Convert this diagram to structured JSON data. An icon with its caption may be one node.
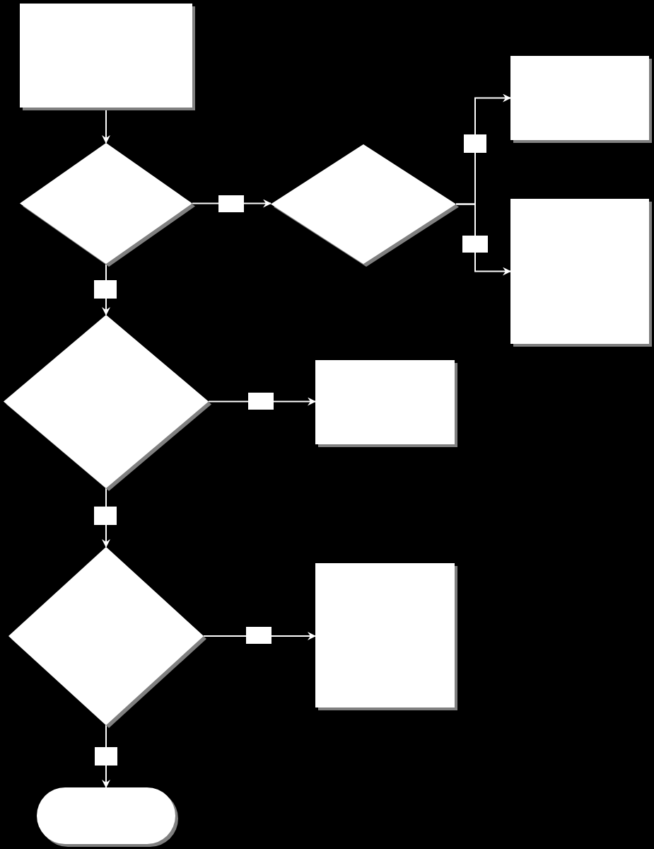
{
  "diagram": {
    "nodes": [
      {
        "text": [],
        "shape": "box"
      },
      {
        "text": [],
        "shape": "diamond"
      },
      {
        "text": [],
        "shape": "diamond"
      },
      {
        "text": [],
        "shape": "box"
      },
      {
        "text": [],
        "shape": "box"
      },
      {
        "text": [],
        "shape": "diamond"
      },
      {
        "text": [],
        "shape": "box"
      },
      {
        "text": [],
        "shape": "diamond"
      },
      {
        "text": [],
        "shape": "box"
      },
      {
        "text": [],
        "shape": "pill"
      }
    ],
    "edges": [
      {
        "from": 0,
        "to": 1,
        "arrow": "to"
      },
      {
        "from": 1,
        "to": 2,
        "arrow": "to"
      },
      {
        "from": 1,
        "to": 5,
        "arrow": "to"
      },
      {
        "from": 2,
        "to": 3,
        "arrow": "to"
      },
      {
        "from": 2,
        "to": 4,
        "arrow": "to"
      },
      {
        "from": 5,
        "to": 6,
        "arrow": "to"
      },
      {
        "from": 5,
        "to": 7,
        "arrow": "to"
      },
      {
        "from": 7,
        "to": 8,
        "arrow": "to"
      },
      {
        "from": 7,
        "to": 9,
        "arrow": "to"
      }
    ]
  }
}
